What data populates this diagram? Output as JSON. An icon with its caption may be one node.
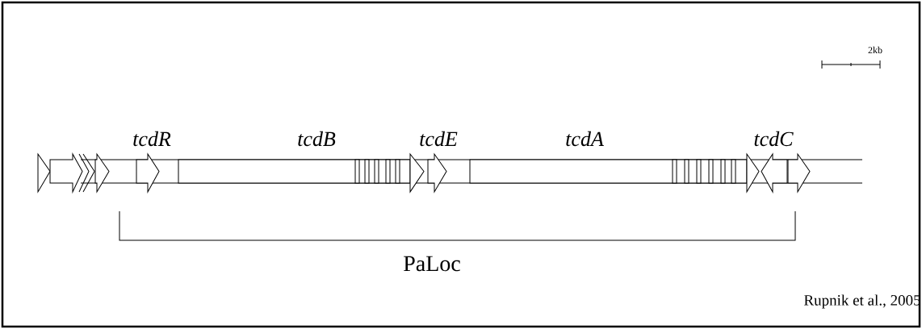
{
  "diagram": {
    "labels": [
      "tcdR",
      "tcdB",
      "tcdE",
      "tcdA",
      "tcdC",
      "2kb",
      "PaLoc",
      "Rupnik et al., 2005"
    ]
  }
}
